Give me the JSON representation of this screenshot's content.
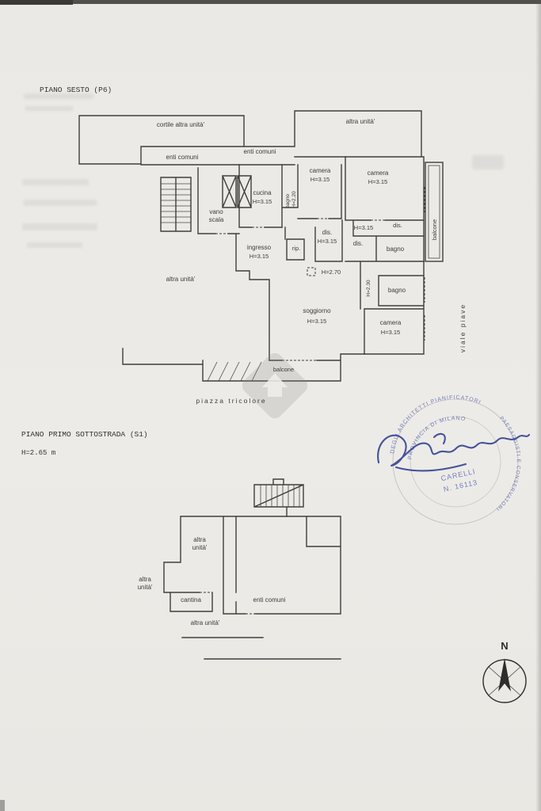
{
  "plan_sixth": {
    "title": "PIANO SESTO (P6)",
    "labels": {
      "cortile": "cortile altra unità'",
      "altra_unita_top": "altra unità'",
      "enti_comuni_left": "enti comuni",
      "enti_comuni_right": "enti comuni",
      "cucina": "cucina",
      "cucina_h": "H=3.15",
      "bagno_small": "bagno",
      "bagno_small_h": "H=2.20",
      "camera_1": "camera",
      "camera_1_h": "H=3.15",
      "camera_2": "camera",
      "camera_2_h": "H=3.15",
      "balcone_right": "balcone",
      "vano": "vano",
      "scala": "scala",
      "corridor_h": "H=3.15",
      "dis_corridor": "dis.",
      "dis_center": "dis.",
      "dis_center_h": "H=3.15",
      "ingresso": "ingresso",
      "ingresso_h": "H=3.15",
      "rip": "rip.",
      "dis_right": "dis.",
      "bagno_1": "bagno",
      "hall_h": "H=2.70",
      "corridor_narrow_h": "H=2.30",
      "bagno_2": "bagno",
      "altra_unita_left": "altra unità'",
      "soggiorno": "soggiorno",
      "soggiorno_h": "H=3.15",
      "camera_3": "camera",
      "camera_3_h": "H=3.15",
      "street_right": "viale piave",
      "balcone_bottom": "balcone",
      "street_bottom": "piazza tricolore"
    }
  },
  "plan_basement": {
    "title": "PIANO PRIMO SOTTOSTRADA (S1)",
    "height_note": "H=2.65 m",
    "labels": {
      "altra_unita_1_line1": "altra",
      "altra_unita_1_line2": "unità'",
      "altra_unita_2_line1": "altra",
      "altra_unita_2_line2": "unità'",
      "cantina": "cantina",
      "enti_comuni": "enti comuni",
      "altra_unita_3": "altra unità'"
    }
  },
  "stamp": {
    "arc_top": "DEGLI ARCHITETTI PIANIFICATORI",
    "arc_middle": "PROVINCIA DI MILANO",
    "surname": "CARELLI",
    "register_number": "N. 16113",
    "arc_bottom": "PAESAGGISTI E CONSERVATORI"
  },
  "compass": {
    "north": "N"
  },
  "colors": {
    "paper": "#ebe9e5",
    "ink": "#3c3c3c",
    "stamp_blue": "#4054ad",
    "signature_blue": "#2d3c8f"
  }
}
